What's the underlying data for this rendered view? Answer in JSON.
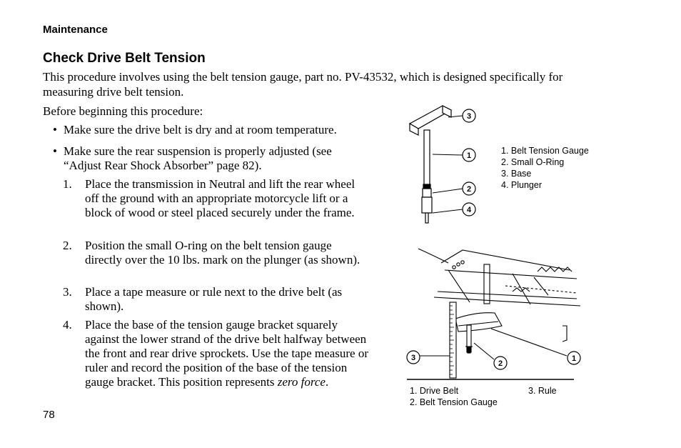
{
  "header": {
    "section": "Maintenance"
  },
  "title": "Check Drive Belt Tension",
  "intro": "This procedure involves using the belt tension gauge, part no. PV-43532, which is designed specifically for measuring drive belt tension.",
  "before": "Before beginning this procedure:",
  "bullets": [
    "Make sure the drive belt is dry and at room temperature.",
    "Make sure the rear suspension is properly adjusted (see “Adjust Rear Shock Absorber” page 82)."
  ],
  "steps": [
    {
      "num": "1.",
      "text": "Place the transmission in Neutral and lift the rear wheel off the ground with an appropriate motorcycle lift or a block of wood or steel placed securely under the frame."
    },
    {
      "num": "2.",
      "text": "Position the small O-ring on the belt tension gauge directly over the 10 lbs. mark on the plunger (as shown)."
    },
    {
      "num": "3.",
      "text": "Place a tape measure or rule next to the drive belt (as shown)."
    },
    {
      "num": "4.",
      "text_main": "Place the base of the tension gauge bracket squarely against the lower strand of the drive belt halfway between the front and rear drive sprockets. Use the tape measure or ruler and record the position of the base of the tension gauge bracket. This position represents ",
      "text_em": "zero force",
      "text_end": "."
    }
  ],
  "figure1": {
    "callouts": [
      "3",
      "1",
      "2",
      "4"
    ],
    "legend": [
      "1.  Belt Tension Gauge",
      "2.  Small O-Ring",
      "3.  Base",
      "4.  Plunger"
    ]
  },
  "figure2": {
    "callouts": [
      "3",
      "2",
      "1"
    ],
    "legend_left": [
      "1.  Drive Belt",
      "2.  Belt Tension Gauge"
    ],
    "legend_right": [
      "3.  Rule"
    ]
  },
  "page_number": "78"
}
